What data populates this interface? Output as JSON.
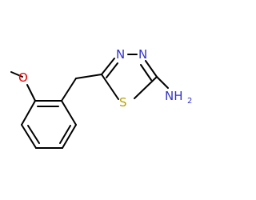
{
  "atoms": {
    "n3": "N",
    "n4": "N",
    "s1": "S",
    "o": "O",
    "nh2_main": "NH",
    "nh2_sub": "2"
  },
  "colors": {
    "bond": "#000000",
    "nitrogen": "#3333cc",
    "sulfur": "#b8a000",
    "oxygen": "#ee0000"
  }
}
